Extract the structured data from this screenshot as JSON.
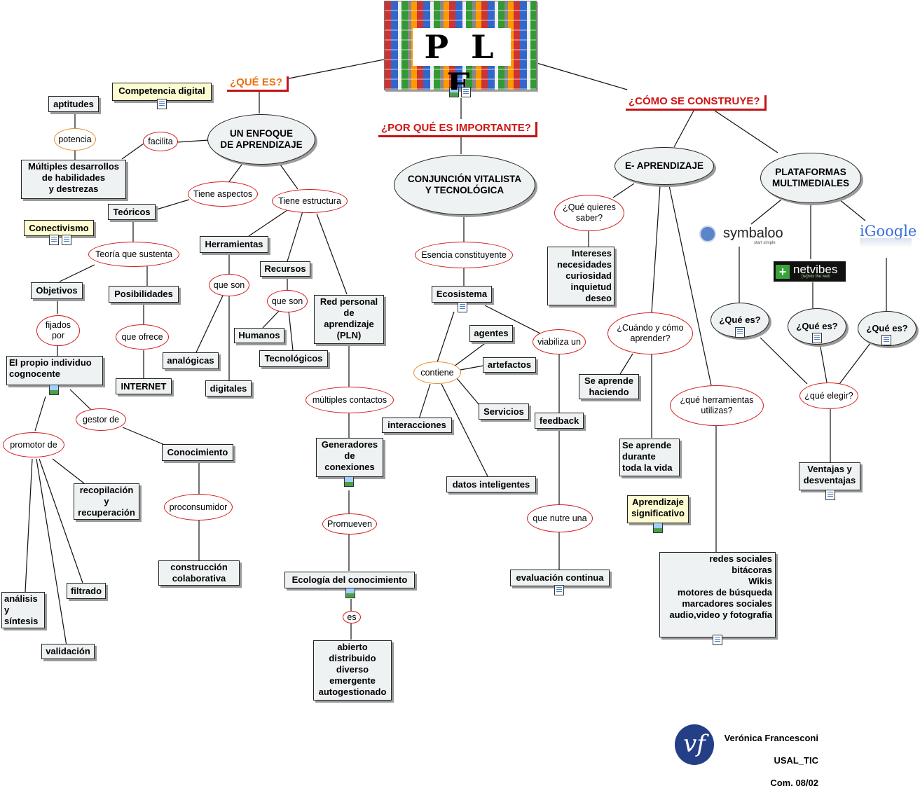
{
  "banner": {
    "title": "P L E"
  },
  "headers": {
    "que_es": "¿QUÉ ES?",
    "por_que": "¿POR QUÉ ES IMPORTANTE?",
    "como": "¿CÓMO SE CONSTRUYE?"
  },
  "left": {
    "enfoque": "UN ENFOQUE\nDE APRENDIZAJE",
    "competencia": "Competencia digital",
    "aptitudes": "aptitudes",
    "potencia": "potencia",
    "facilita": "facilita",
    "multiples": "Múltiples desarrollos\nde habilidades\ny destrezas",
    "tiene_aspectos": "Tiene aspectos",
    "tiene_estructura": "Tiene estructura",
    "teoricos": "Teóricos",
    "conectivismo": "Conectivismo",
    "teoria": "Teoría que sustenta",
    "objetivos": "Objetivos",
    "posibilidades": "Posibilidades",
    "fijados": "fijados\npor",
    "que_ofrece": "que ofrece",
    "internet": "INTERNET",
    "individuo": "El propio individuo\ncognocente",
    "gestor": "gestor de",
    "conocimiento": "Conocimiento",
    "promotor": "promotor de",
    "recopilacion": "recopilación\ny\nrecuperación",
    "proconsumidor": "proconsumidor",
    "construccion": "construcción\ncolaborativa",
    "analisis": "análisis\ny\nsíntesis",
    "filtrado": "filtrado",
    "validacion": "validación",
    "herramientas": "Herramientas",
    "que_son1": "que son",
    "analogicas": "analógicas",
    "digitales": "digitales",
    "recursos": "Recursos",
    "que_son2": "que son",
    "humanos": "Humanos",
    "tecnologicos": "Tecnológicos",
    "red": "Red personal\nde\naprendizaje\n(PLN)",
    "multiples_contactos": "múltiples contactos",
    "generadores": "Generadores\nde\nconexiones",
    "promueven": "Promueven",
    "ecologia": "Ecología del conocimiento",
    "es": "es",
    "abierto": "abierto\ndistribuido\ndiverso\nemergente\nautogestionado"
  },
  "center": {
    "conjuncion": "CONJUNCIÓN VITALISTA\nY TECNOLÓGICA",
    "esencia": "Esencia constituyente",
    "ecosistema": "Ecosistema",
    "agentes": "agentes",
    "artefactos": "artefactos",
    "servicios": "Servicios",
    "contiene": "contiene",
    "interacciones": "interacciones",
    "datos": "datos inteligentes",
    "viabiliza": "viabiliza un",
    "feedback": "feedback",
    "nutre": "que nutre una",
    "evaluacion": "evaluación continua"
  },
  "right": {
    "e_aprendizaje": "E- APRENDIZAJE",
    "plataformas": "PLATAFORMAS\nMULTIMEDIALES",
    "que_quieres": "¿Qué quieres\nsaber?",
    "intereses": "Intereses\nnecesidades\ncuriosidad\ninquietud\ndeseo",
    "cuando": "¿Cuándo y cómo\naprender?",
    "se_aprende_haciendo": "Se aprende\nhaciendo",
    "se_aprende_vida": "Se aprende\ndurante\ntoda la vida",
    "aprendizaje_sig": "Aprendizaje\nsignificativo",
    "que_herramientas": "¿qué herramientas\nutilizas?",
    "redes": "redes sociales\nbitácoras\nWikis\nmotores de búsqueda\nmarcadores sociales\naudio,video y fotografía",
    "que_es1": "¿Qué es?",
    "que_es2": "¿Qué es?",
    "que_es3": "¿Qué es?",
    "que_elegir": "¿qué elegir?",
    "ventajas": "Ventajas y\ndesventajas",
    "logo_symbaloo": "symbaloo",
    "logo_symbaloo_sub": "start simple",
    "logo_netvibes": "netvibes",
    "logo_netvibes_sub": "[re]mix the web",
    "logo_igoogle": "iGoogle"
  },
  "author": {
    "initials": "vf",
    "name": "Verónica Francesconi",
    "org": "USAL_TIC",
    "com": "Com. 08/02"
  },
  "colors": {
    "link_border": "#d31a1a",
    "header_red": "#d11313",
    "header_orange": "#e87412",
    "node_fill": "#eef2f3",
    "note_fill": "#fdfcd0"
  }
}
